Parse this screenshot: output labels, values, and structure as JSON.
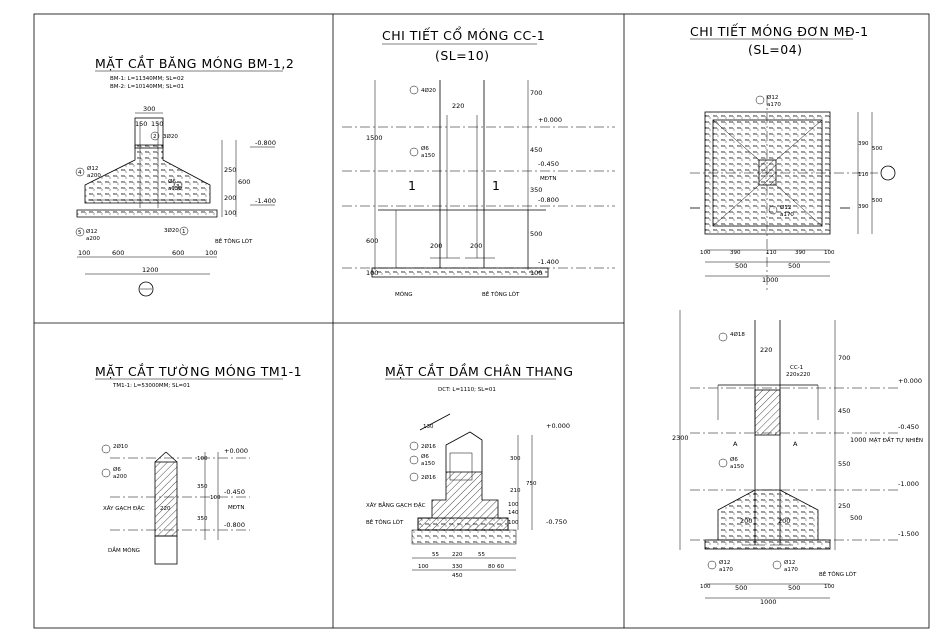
{
  "panels": {
    "bm": {
      "title": "MẶT CẮT BĂNG MÓNG BM-1,2",
      "sub1": "BM-1: L=11340MM; SL=02",
      "sub2": "BM-2: L=10140MM; SL=01",
      "dims": {
        "d300": "300",
        "d150a": "150",
        "d150b": "150",
        "d600a": "600",
        "d600b": "600",
        "d1200": "1200",
        "d100a": "100",
        "d100b": "100",
        "d100c": "100",
        "d250": "250",
        "d200": "200",
        "d600v": "600"
      },
      "levels": {
        "top": "-0.800",
        "bot": "-1.400"
      },
      "notes": {
        "n1": "3Ø20",
        "n2": "Ø6",
        "n2b": "a150",
        "n3": "3Ø20",
        "n4": "Ø12",
        "n4b": "a200",
        "n5": "Ø12",
        "n5b": "a200"
      },
      "bubbles": [
        "2",
        "3",
        "4",
        "5",
        "1"
      ],
      "lean": "BÊ TÔNG LÓT"
    },
    "cc": {
      "title": "CHI TIẾT CỔ MÓNG CC-1",
      "sub": "(SL=10)",
      "dims": {
        "d220": "220",
        "d200a": "200",
        "d200b": "200",
        "d700": "700",
        "d450": "450",
        "d350": "350",
        "d500": "500",
        "d1500": "1500",
        "d600": "600",
        "d100a": "100",
        "d100b": "100"
      },
      "levels": {
        "l1": "+0.000",
        "l2": "-0.450",
        "l2b": "MĐTN",
        "l3": "-0.800",
        "l4": "-1.400"
      },
      "notes": {
        "n1": "4Ø20",
        "n2": "Ø6",
        "n2b": "a150"
      },
      "section": "1",
      "labels": {
        "mong": "MÓNG",
        "lean": "BÊ TÔNG LÓT"
      }
    },
    "md": {
      "title": "CHI TIẾT MÓNG ĐƠN MĐ-1",
      "sub": "(SL=04)",
      "plan": {
        "n1": "Ø12",
        "n1b": "a170",
        "n2": "Ø12",
        "n2b": "a170",
        "d390a": "390",
        "d390b": "390",
        "d390c": "390",
        "d390d": "390",
        "d110": "110",
        "d110b": "110",
        "d500a": "500",
        "d500b": "500",
        "d500c": "500",
        "d500d": "500",
        "d1000": "1000",
        "d100a": "100",
        "d100b": "100"
      },
      "elev": {
        "n1": "4Ø18",
        "d220": "220",
        "beam": "CC-1",
        "beam2": "220x220",
        "d700": "700",
        "d450": "450",
        "d550": "550",
        "d250": "250",
        "d500": "500",
        "d2300": "2300",
        "d1000": "1000",
        "d200a": "200",
        "d200b": "200",
        "l1": "+0.000",
        "l2": "-0.450",
        "l2b": "MẶT ĐẤT TỰ NHIÊN",
        "l3": "-1.000",
        "l4": "-1.500",
        "sec": "A",
        "n4": "Ø6",
        "n4b": "a150",
        "n5": "Ø12",
        "n5b": "a170",
        "n6": "Ø12",
        "n6b": "a170",
        "d500x": "500",
        "d500y": "500",
        "d1000x": "1000",
        "d100x": "100",
        "d100y": "100",
        "lean": "BÊ TÔNG LÓT"
      }
    },
    "tm": {
      "title": "MẶT CẮT TƯỜNG MÓNG TM1-1",
      "sub": "TM1-1: L=53000MM; SL=01",
      "notes": {
        "n1": "2Ø10",
        "n2": "Ø6",
        "n2b": "a200",
        "wall": "XÂY GẠCH ĐẶC",
        "beam": "DẦM MÓNG",
        "w220": "220"
      },
      "dims": {
        "d100a": "100",
        "d350a": "350",
        "d350b": "350",
        "d100b": "100"
      },
      "levels": {
        "l1": "+0.000",
        "l2": "-0.450",
        "l2b": "MĐTN",
        "l3": "-0.800"
      }
    },
    "dc": {
      "title": "MẶT CẮT DẦM CHÂN THANG",
      "sub": "DCT: L=1110; SL=01",
      "notes": {
        "n1": "2Ø16",
        "n2": "Ø6",
        "n2b": "a150",
        "n3": "2Ø16",
        "wall": "XÂY BẰNG GẠCH ĐẶC",
        "lean": "BÊ TÔNG LÓT",
        "d130": "130"
      },
      "dims": {
        "d300": "300",
        "d210": "210",
        "d750": "750",
        "d100a": "100",
        "d140": "140",
        "d100b": "100",
        "d55a": "55",
        "d220": "220",
        "d55b": "55",
        "d100c": "100",
        "d330": "330",
        "d80": "80",
        "d450": "450",
        "d60": "60"
      },
      "levels": {
        "l1": "+0.000",
        "l2": "-0.750"
      }
    }
  }
}
